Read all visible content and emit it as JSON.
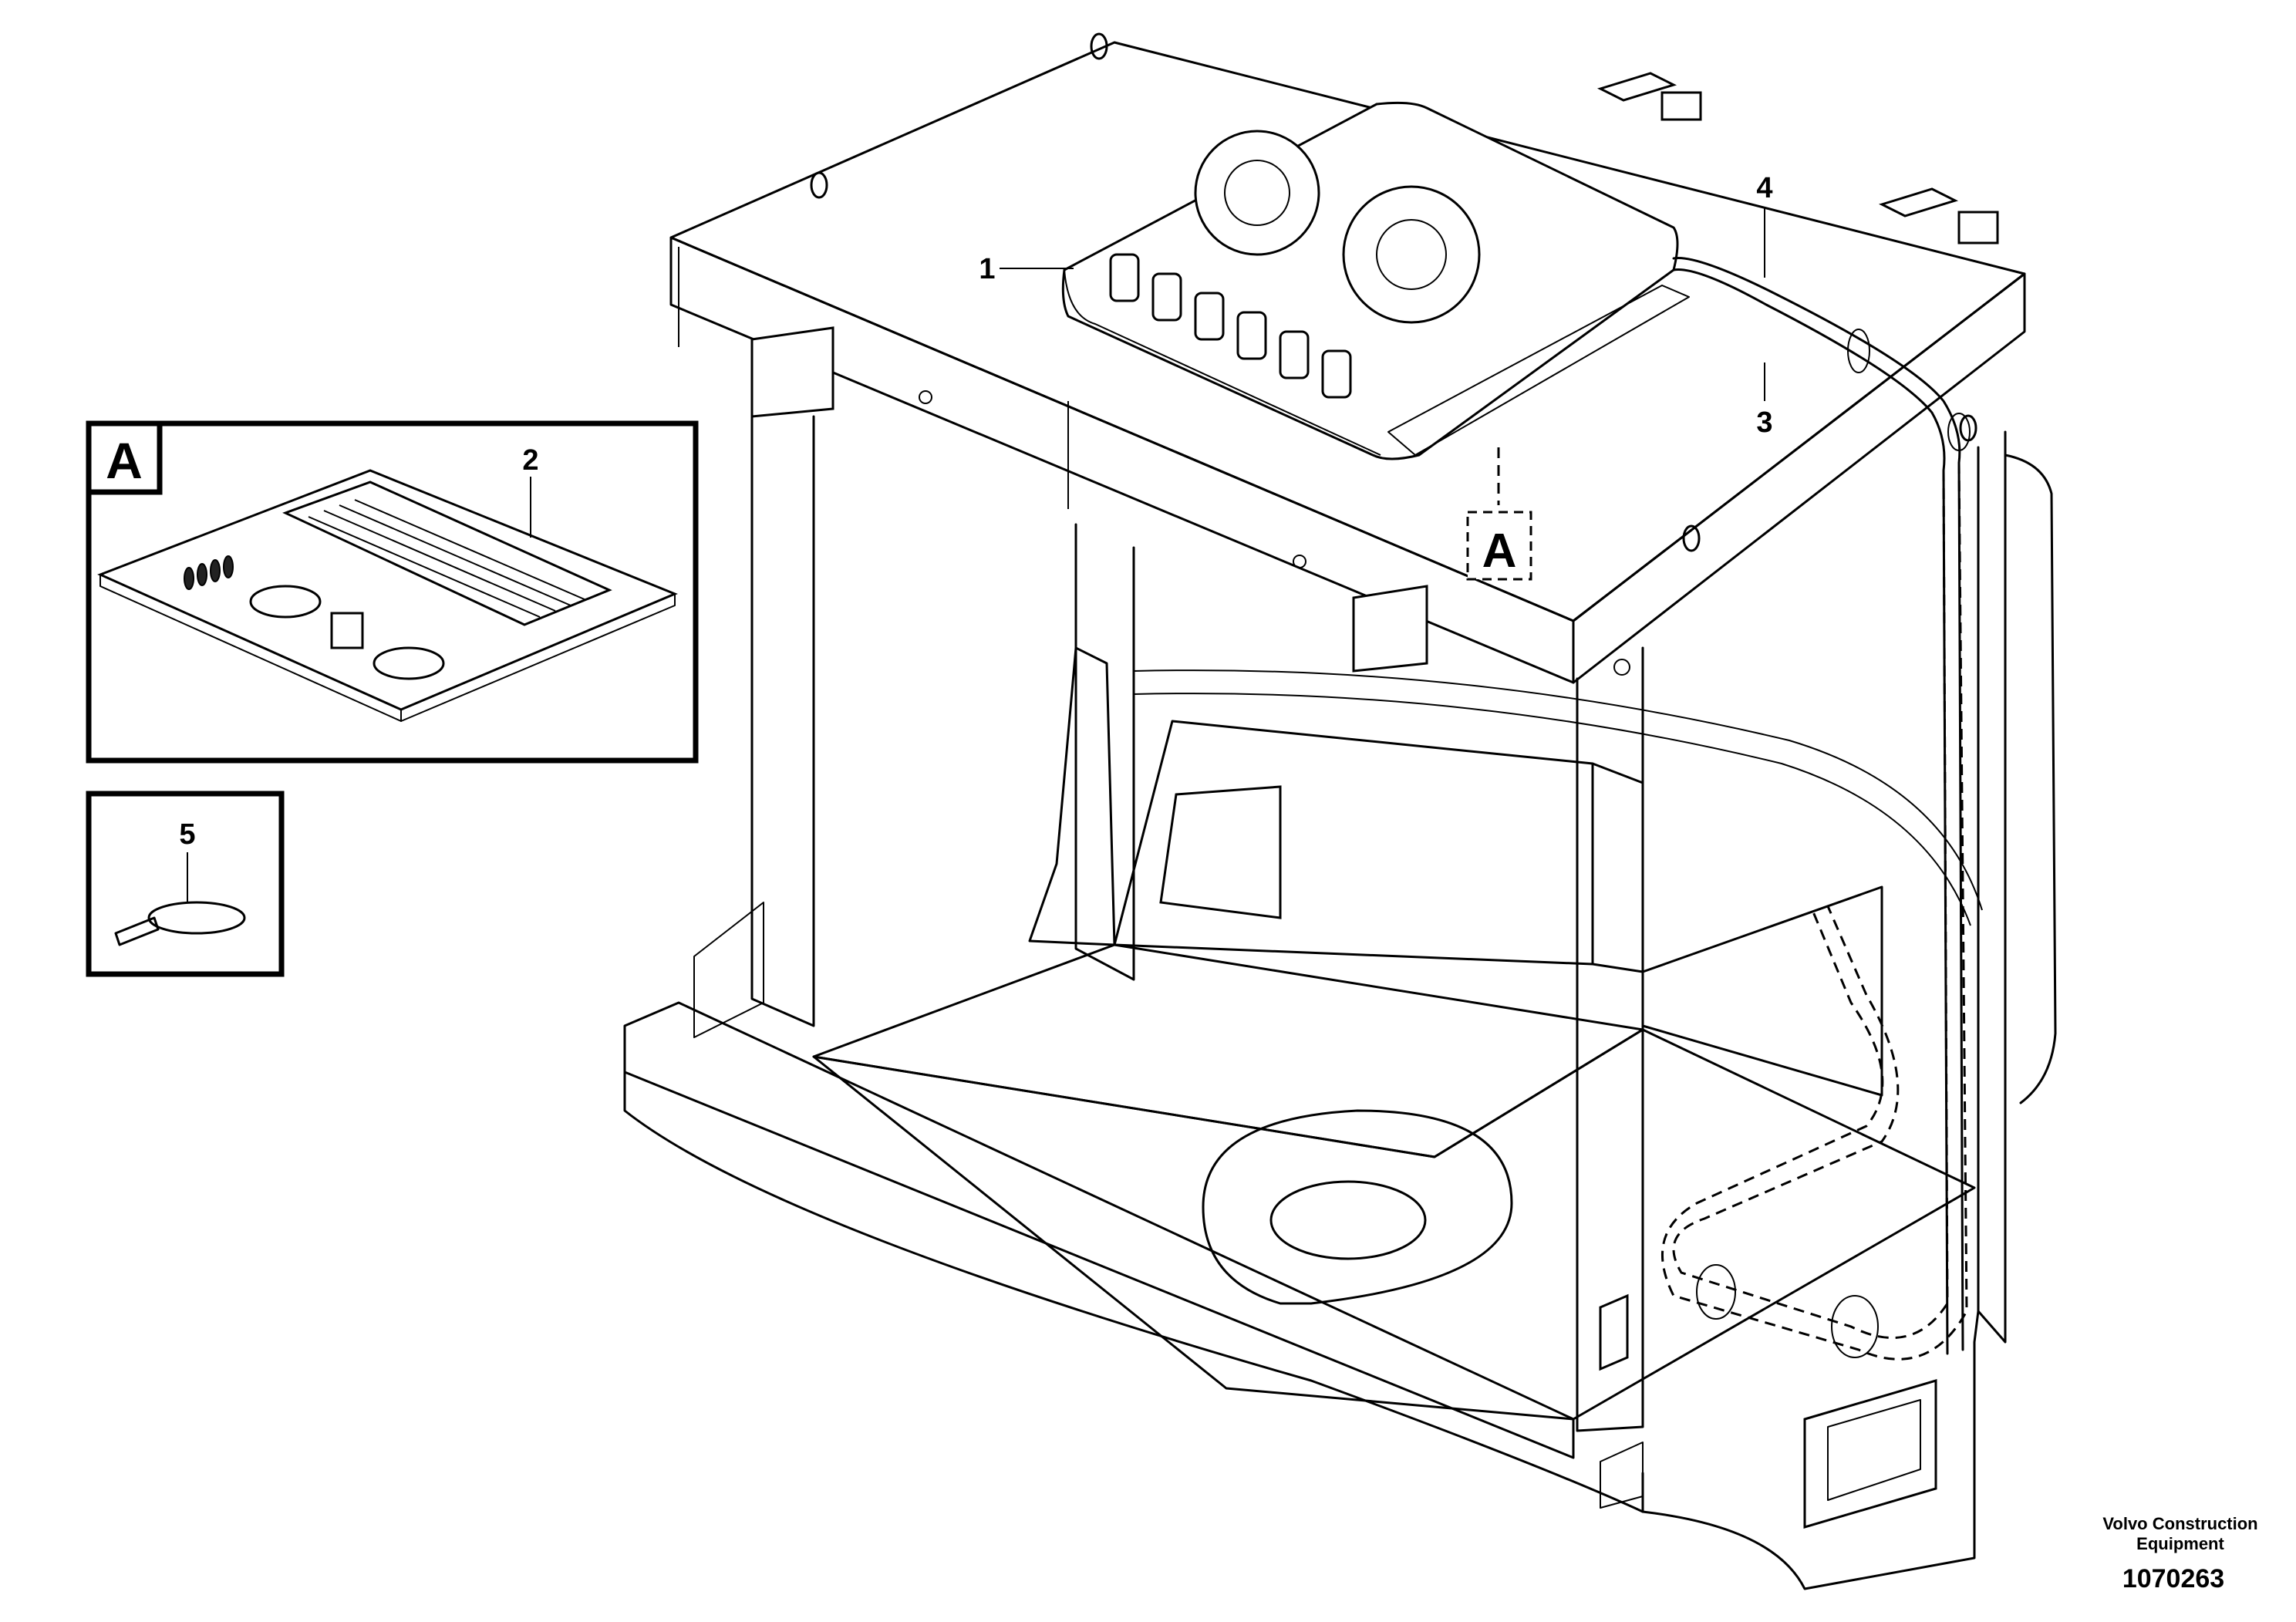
{
  "callouts": {
    "item1": "1",
    "item2": "2",
    "item3": "3",
    "item4": "4",
    "item5": "5"
  },
  "detail_view": {
    "tag": "A",
    "view_tag": "A"
  },
  "footer": {
    "company_line1": "Volvo Construction",
    "company_line2": "Equipment",
    "drawing_number": "1070263"
  }
}
